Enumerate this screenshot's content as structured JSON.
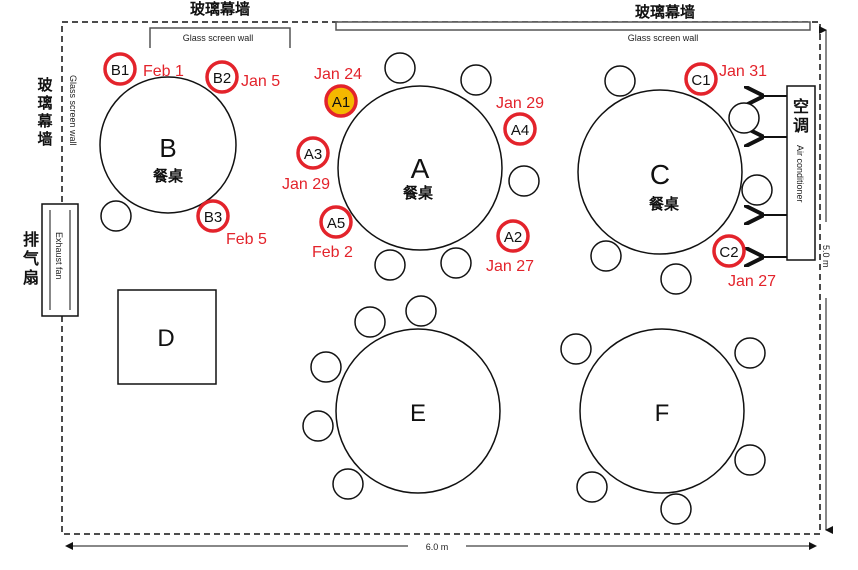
{
  "labels": {
    "glass_wall_zh": "玻璃幕墙",
    "glass_wall_en": "Glass screen wall",
    "exhaust_zh": "排气扇",
    "exhaust_en": "Exhaust fan",
    "ac_zh": "空调",
    "ac_en": "Air conditioner",
    "dining_table_zh": "餐桌",
    "width_dim": "6.0 m",
    "height_dim": "5.0 m"
  },
  "tables": {
    "A": "A",
    "B": "B",
    "C": "C",
    "D": "D",
    "E": "E",
    "F": "F"
  },
  "cases": [
    {
      "id": "B1",
      "date": "Feb 1",
      "infected_first": false
    },
    {
      "id": "B2",
      "date": "Jan 5",
      "infected_first": false
    },
    {
      "id": "B3",
      "date": "Feb 5",
      "infected_first": false
    },
    {
      "id": "A1",
      "date": "Jan 24",
      "infected_first": true
    },
    {
      "id": "A2",
      "date": "Jan 27",
      "infected_first": false
    },
    {
      "id": "A3",
      "date": "Jan 29",
      "infected_first": false
    },
    {
      "id": "A4",
      "date": "Jan 29",
      "infected_first": false
    },
    {
      "id": "A5",
      "date": "Feb 2",
      "infected_first": false
    },
    {
      "id": "C1",
      "date": "Jan 31",
      "infected_first": false
    },
    {
      "id": "C2",
      "date": "Jan 27",
      "infected_first": false
    }
  ],
  "colors": {
    "case_ring": "#e3232b",
    "index_case_fill": "#f5b800",
    "line": "#111111"
  }
}
